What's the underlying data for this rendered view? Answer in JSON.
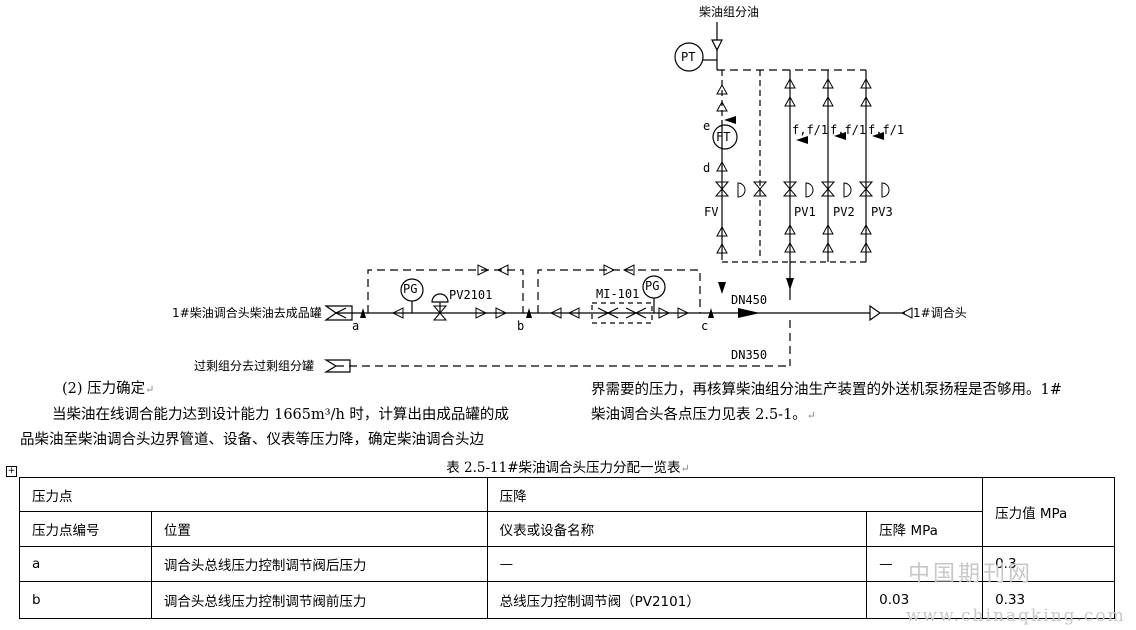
{
  "diagram": {
    "feed_label": "柴油组分油",
    "pt": "PT",
    "ft": "FT",
    "pg": "PG",
    "fv": "FV",
    "pv2101": "PV2101",
    "mi101": "MI-101",
    "pv1": "PV1",
    "pv2": "PV2",
    "pv3": "PV3",
    "f_labels": [
      "f,f/1",
      "f,f/1",
      "f,f/1"
    ],
    "point_a": "a",
    "point_b": "b",
    "point_c": "c",
    "point_d": "d",
    "point_e": "e",
    "dn450": "DN450",
    "dn350": "DN350",
    "out_label": "1#柴油调合头柴油去成品罐",
    "in_label": "1#调合头",
    "excess_label": "过剩组分去过剩组分罐"
  },
  "text": {
    "heading": "(2) 压力确定",
    "left_line1": "当柴油在线调合能力达到设计能力 1665m³/h 时，计算出由成品罐的成",
    "left_line2": "品柴油至柴油调合头边界管道、设备、仪表等压力降，确定柴油调合头边",
    "right_line1": "界需要的压力，再核算柴油组分油生产装置的外送机泵扬程是否够用。1#",
    "right_line2": "柴油调合头各点压力见表 2.5-1。",
    "para_mark": "↵",
    "table_caption": "表 2.5-11#柴油调合头压力分配一览表",
    "anchor_icon": "+"
  },
  "table": {
    "group_point": "压力点",
    "group_drop": "压降",
    "col_value": "压力值 MPa",
    "col_id": "压力点编号",
    "col_position": "位置",
    "col_device": "仪表或设备名称",
    "col_drop": "压降 MPa",
    "rows": [
      {
        "id": "a",
        "position": "调合头总线压力控制调节阀后压力",
        "device": "—",
        "drop": "—",
        "value": "0.3"
      },
      {
        "id": "b",
        "position": "调合头总线压力控制调节阀前压力",
        "device": "总线压力控制调节阀（PV2101）",
        "drop": "0.03",
        "value": "0.33"
      }
    ]
  },
  "watermark": {
    "cn": "中国期刊网",
    "url": "www.chinaqking.com"
  }
}
